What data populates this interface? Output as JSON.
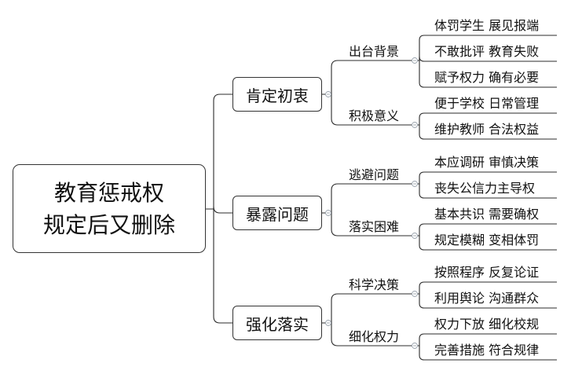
{
  "root": {
    "line1": "教育惩戒权",
    "line2": "规定后又删除"
  },
  "branches": [
    {
      "label": "肯定初衷",
      "children": [
        {
          "label": "出台背景",
          "leaves": [
            "体罚学生 展见报端",
            "不敢批评 教育失败",
            "赋予权力 确有必要"
          ]
        },
        {
          "label": "积极意义",
          "leaves": [
            "便于学校 日常管理",
            "维护教师 合法权益"
          ]
        }
      ]
    },
    {
      "label": "暴露问题",
      "children": [
        {
          "label": "逃避问题",
          "leaves": [
            "本应调研 审慎决策",
            "丧失公信力主导权"
          ]
        },
        {
          "label": "落实困难",
          "leaves": [
            "基本共识  需要确权",
            "规定模糊 变相体罚"
          ]
        }
      ]
    },
    {
      "label": "强化落实",
      "children": [
        {
          "label": "科学决策",
          "leaves": [
            "按照程序 反复论证",
            "利用舆论 沟通群众"
          ]
        },
        {
          "label": "细化权力",
          "leaves": [
            "权力下放 细化校规",
            "完善措施 符合规律"
          ]
        }
      ]
    }
  ],
  "colors": {
    "line": "#2b2b2b",
    "border": "#333333",
    "collapse": "#9aa3ad"
  }
}
